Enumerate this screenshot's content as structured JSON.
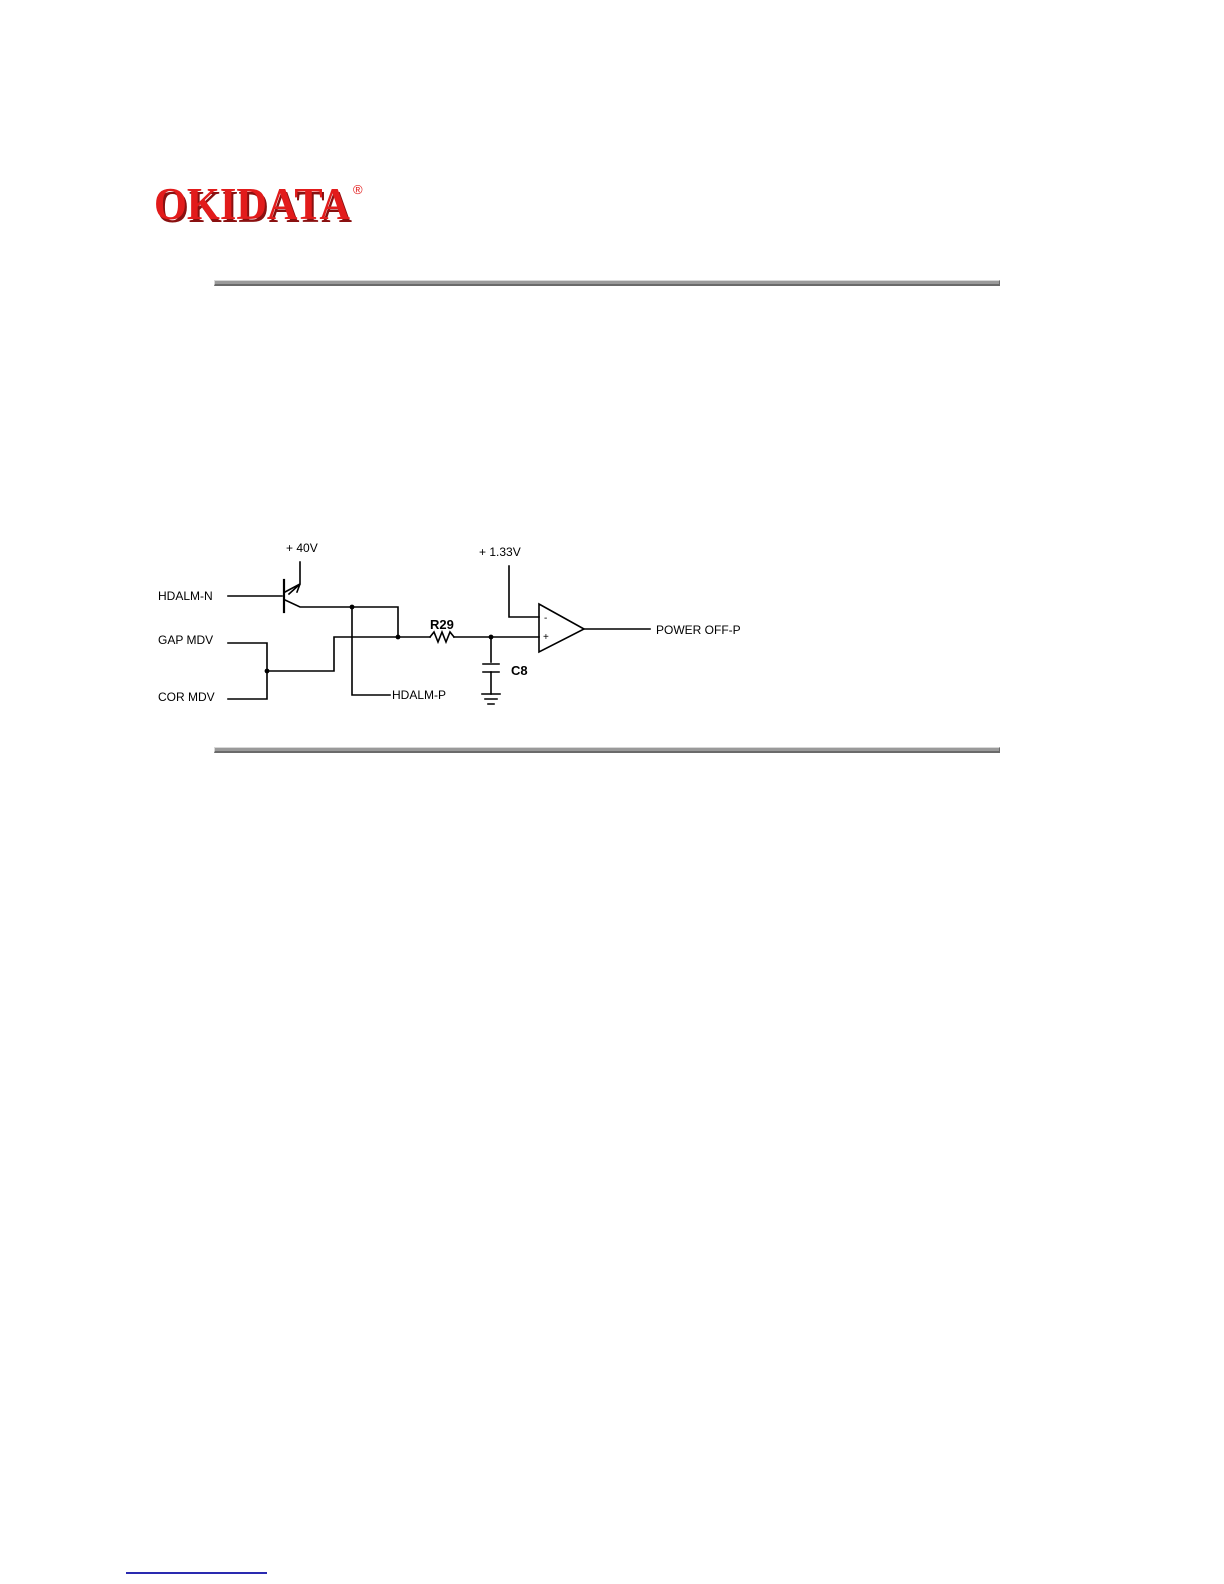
{
  "brand": {
    "logo_text": "OKIDATA",
    "registered_mark": "®",
    "logo_color": "#e21b1b"
  },
  "schematic": {
    "supply_40v": "+ 40V",
    "supply_133v": "+ 1.33V",
    "input_hdalm_n": "HDALM-N",
    "input_gap_mdv": "GAP MDV",
    "input_cor_mdv": "COR MDV",
    "output_hdalm_p": "HDALM-P",
    "resistor": "R29",
    "capacitor": "C8",
    "opamp_minus": "-",
    "opamp_plus": "+",
    "output_power_off": "POWER OFF-P"
  },
  "colors": {
    "rule": "#9a9a9a",
    "link": "#2a2ab0"
  }
}
